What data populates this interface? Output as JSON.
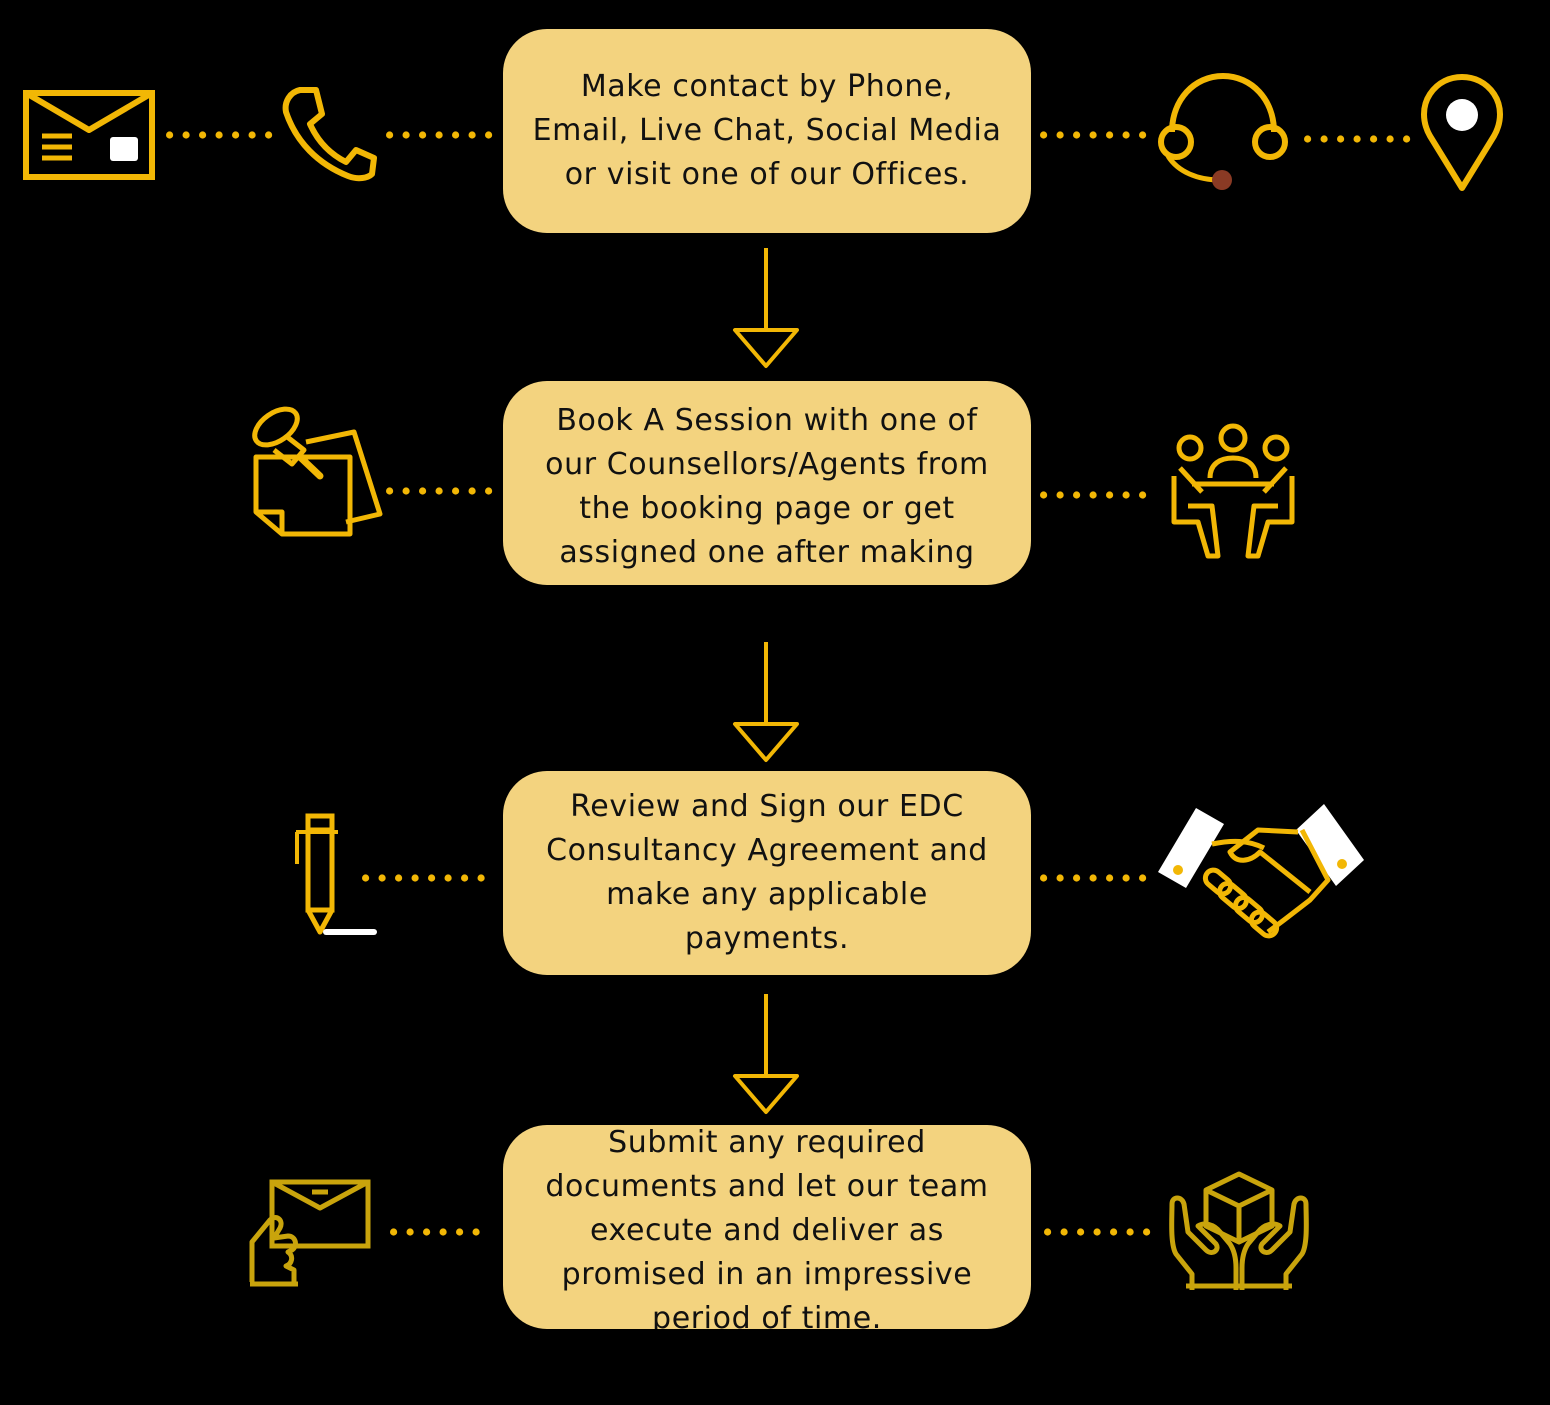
{
  "colors": {
    "background": "#000000",
    "box_fill": "#F3D37F",
    "accent": "#F2B705",
    "accent_dark": "#C9A40C",
    "white": "#FFFFFF",
    "headset_dot": "#8A3A24"
  },
  "steps": [
    {
      "text": "Make contact by Phone,\nEmail, Live Chat, Social Media\nor visit one of our Offices.",
      "icons": [
        "envelope-icon",
        "phone-icon",
        "headset-icon",
        "location-pin-icon"
      ]
    },
    {
      "text": "Book A Session with one of\nour Counsellors/Agents from\nthe booking page or get\nassigned one after making",
      "icons": [
        "pinned-note-icon",
        "meeting-icon"
      ]
    },
    {
      "text": "Review and Sign our EDC\nConsultancy Agreement and\nmake any applicable\npayments.",
      "icons": [
        "pen-icon",
        "handshake-icon"
      ]
    },
    {
      "text": "Submit any required\ndocuments and let our team\nexecute and deliver as\npromised in an impressive\nperiod of time.",
      "icons": [
        "hand-envelope-icon",
        "hands-box-icon"
      ]
    }
  ]
}
